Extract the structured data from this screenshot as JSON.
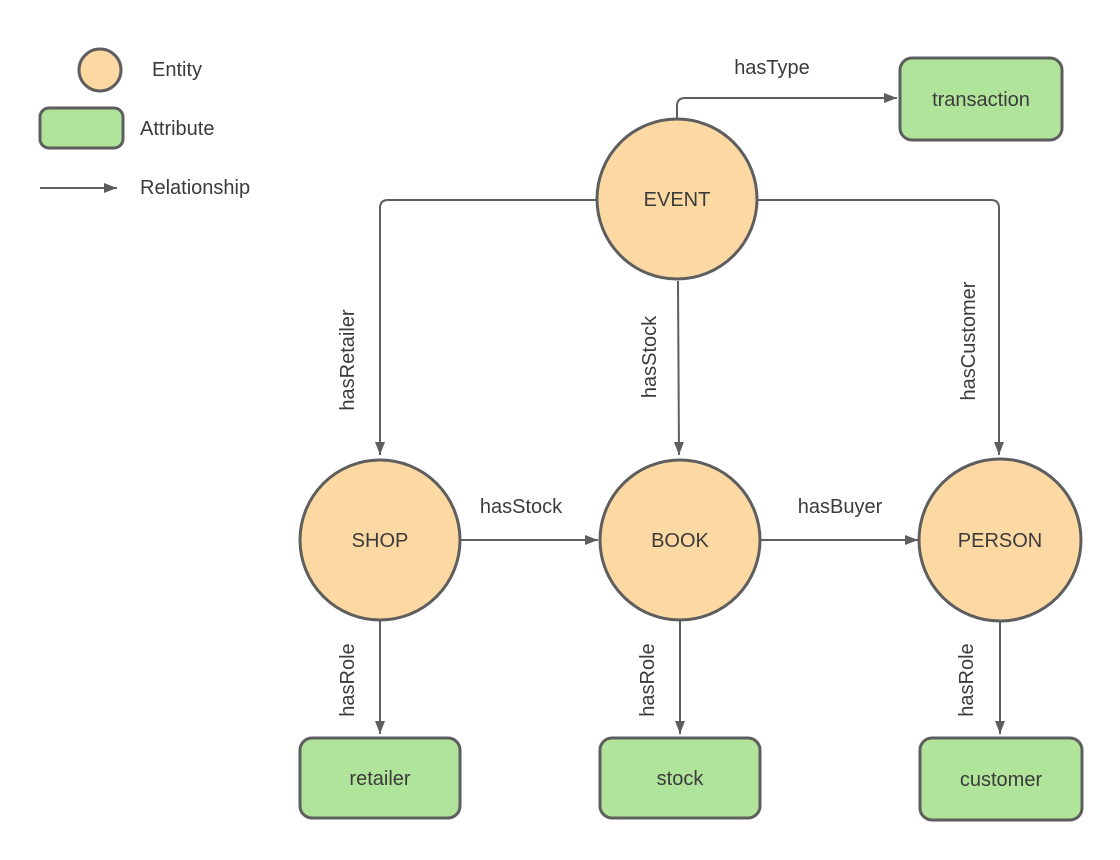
{
  "colors": {
    "background": "#ffffff",
    "entity_fill": "#fcd9a3",
    "attribute_fill": "#b0e49a",
    "stroke": "#5e5e5e",
    "text": "#3b3b3b"
  },
  "legend": {
    "entity_label": "Entity",
    "attribute_label": "Attribute",
    "relationship_label": "Relationship"
  },
  "nodes": {
    "event": "EVENT",
    "shop": "SHOP",
    "book": "BOOK",
    "person": "PERSON"
  },
  "attributes": {
    "transaction": "transaction",
    "retailer": "retailer",
    "stock": "stock",
    "customer": "customer"
  },
  "edges": {
    "has_type": "hasType",
    "has_retailer": "hasRetailer",
    "has_stock_event": "hasStock",
    "has_customer": "hasCustomer",
    "has_stock_shop": "hasStock",
    "has_buyer": "hasBuyer",
    "has_role_shop": "hasRole",
    "has_role_book": "hasRole",
    "has_role_person": "hasRole"
  }
}
